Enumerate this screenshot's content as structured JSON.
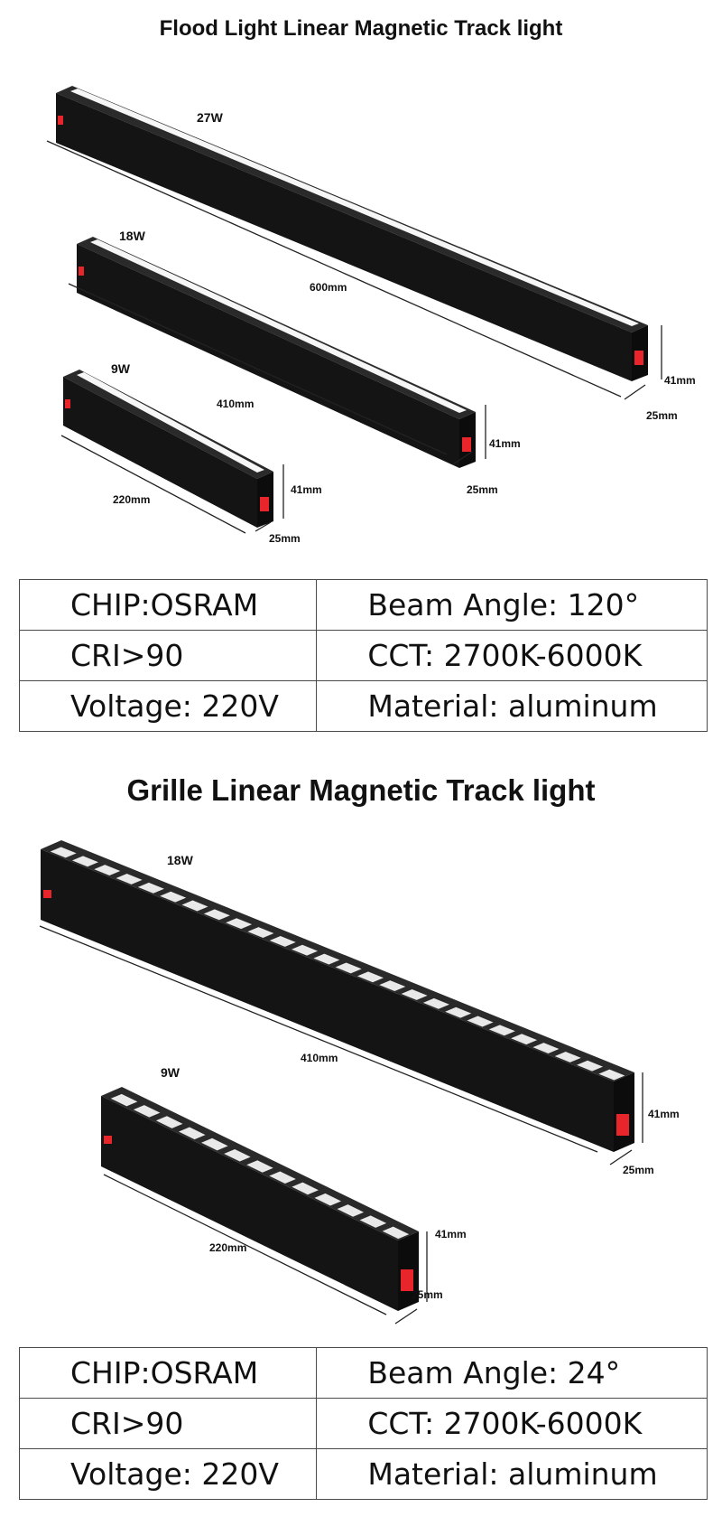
{
  "flood": {
    "title": "Flood Light Linear Magnetic Track light",
    "products": [
      {
        "power": "27W",
        "length": "600mm",
        "height": "41mm",
        "width": "25mm"
      },
      {
        "power": "18W",
        "length": "410mm",
        "height": "41mm",
        "width": "25mm"
      },
      {
        "power": "9W",
        "length": "220mm",
        "height": "41mm",
        "width": "25mm"
      }
    ],
    "specs": {
      "chip": "CHIP:OSRAM",
      "beam_label": "Beam Angle:",
      "beam_value": "120°",
      "cri": "CRI>90",
      "cct": "CCT: 2700K-6000K",
      "voltage": "Voltage: 220V",
      "material": "Material: aluminum"
    }
  },
  "grille": {
    "title": "Grille Linear Magnetic Track light",
    "products": [
      {
        "power": "18W",
        "length": "410mm",
        "height": "41mm",
        "width": "25mm"
      },
      {
        "power": "9W",
        "length": "220mm",
        "height": "41mm",
        "width": "25mm"
      }
    ],
    "specs": {
      "chip": "CHIP:OSRAM",
      "beam_label": "Beam Angle:",
      "beam_value": "24°",
      "cri": "CRI>90",
      "cct": "CCT: 2700K-6000K",
      "voltage": "Voltage: 220V",
      "material": "Material: aluminum"
    }
  },
  "colors": {
    "body": "#141414",
    "connector": "#e8252b",
    "lens": "#f4f4f4"
  }
}
